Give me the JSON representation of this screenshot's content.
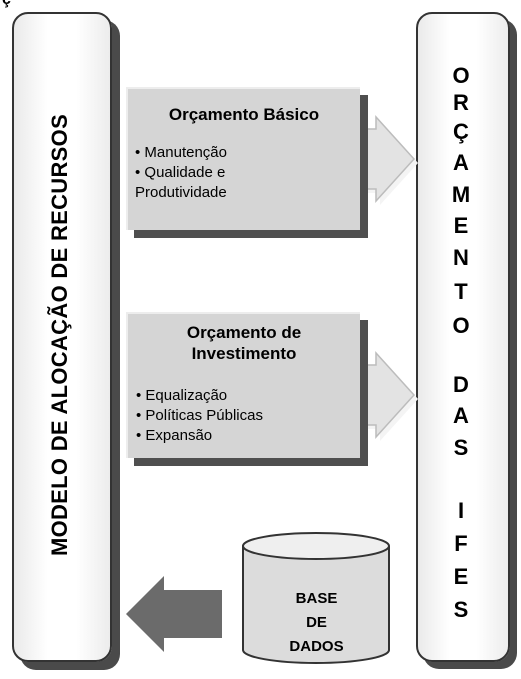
{
  "stray_char": "ç",
  "left_panel": {
    "label": "MODELO DE ALOCAÇÃO DE RECURSOS"
  },
  "right_panel": {
    "letters": [
      "O",
      "R",
      "Ç",
      "A",
      "M",
      "E",
      "N",
      "T",
      "O",
      "D",
      "A",
      "S",
      "I",
      "F",
      "E",
      "S"
    ]
  },
  "boxes": [
    {
      "title_lines": [
        "Orçamento Básico"
      ],
      "items": [
        "• Manutenção",
        "• Qualidade e",
        "Produtividade"
      ]
    },
    {
      "title_lines": [
        "Orçamento de",
        "Investimento"
      ],
      "items": [
        "• Equalização",
        "• Políticas Públicas",
        "• Expansão"
      ]
    }
  ],
  "database": {
    "lines": [
      "BASE",
      "DE",
      "DADOS"
    ]
  },
  "colors": {
    "box_fill": "#d5d5d5",
    "shadow": "#4f4f4f",
    "arrow_fill": "#6b6b6b",
    "outline": "#333333"
  }
}
